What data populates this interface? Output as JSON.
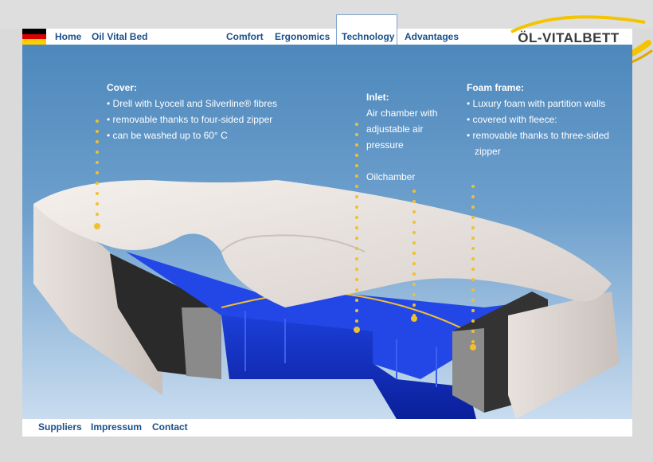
{
  "nav": {
    "items": [
      {
        "label": "Home"
      },
      {
        "label": "Oil Vital Bed"
      },
      {
        "label": "Comfort"
      },
      {
        "label": "Ergonomics"
      },
      {
        "label": "Technology"
      },
      {
        "label": "Advantages"
      }
    ],
    "active": "Technology"
  },
  "brand": {
    "logo_text": "ÖL-VITALBETT",
    "accent": "#f5c400"
  },
  "colors": {
    "link": "#1a4f8a",
    "hero_top": "#4d88bc",
    "dot": "#f0c030"
  },
  "callouts": {
    "cover": {
      "heading": "Cover:",
      "lines": [
        "• Drell with Lyocell and Silverline® fibres",
        "• removable thanks to four-sided zipper",
        "• can be washed up to 60° C"
      ]
    },
    "inlet": {
      "heading": "Inlet:",
      "lines": [
        "Air chamber with",
        "adjustable air",
        "pressure"
      ],
      "extra": "Oilchamber"
    },
    "foam": {
      "heading": "Foam frame:",
      "lines": [
        "• Luxury foam with partition walls",
        "• covered with fleece:",
        "• removable thanks to three-sided",
        "zipper"
      ]
    }
  },
  "footer": {
    "items": [
      {
        "label": "Suppliers"
      },
      {
        "label": "Impressum"
      },
      {
        "label": "Contact"
      }
    ]
  }
}
